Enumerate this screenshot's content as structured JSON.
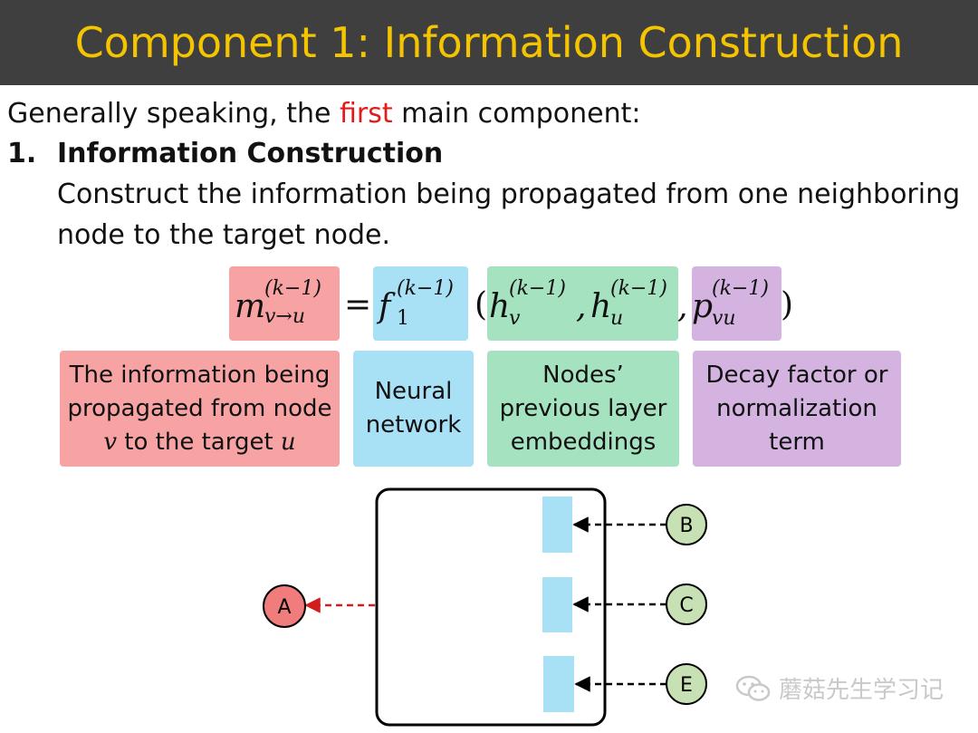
{
  "slide": {
    "title": "Component 1: Information Construction",
    "intro_before": "Generally speaking, the ",
    "intro_highlight": "first",
    "intro_after": " main component:",
    "item_number": "1.",
    "item_heading": "Information Construction",
    "item_desc_line1": "Construct the information being propagated from one neighboring",
    "item_desc_line2": "node to the target node."
  },
  "formula": {
    "m_base": "m",
    "m_sup": "(k−1)",
    "m_sub": "v→u",
    "equals": "=",
    "f_base": "f",
    "f_sup": "(k−1)",
    "f_sub": "1",
    "open_paren": "(",
    "hv_base": "h",
    "hv_sup": "(k−1)",
    "hv_sub": "v",
    "comma1": ",",
    "hu_base": "h",
    "hu_sup": "(k−1)",
    "hu_sub": "u",
    "comma2": ",",
    "p_base": "p",
    "p_sup": "(k−1)",
    "p_sub": "vu",
    "close_paren": ")"
  },
  "cards": {
    "message_l1": "The information being",
    "message_l2": "propagated from node",
    "message_l3_var_v": "v",
    "message_l3_mid": " to the target ",
    "message_l3_var_u": "u",
    "neural_l1": "Neural",
    "neural_l2": "network",
    "embed_l1": "Nodes’",
    "embed_l2": "previous layer",
    "embed_l3": "embeddings",
    "decay_l1": "Decay factor or",
    "decay_l2": "normalization",
    "decay_l3": "term"
  },
  "diagram": {
    "node_a": "A",
    "node_b": "B",
    "node_c": "C",
    "node_e": "E"
  },
  "watermark": {
    "text": "蘑菇先生学习记"
  },
  "colors": {
    "title_bg": "#3f3f3f",
    "title_text": "#f5c400",
    "accent_red": "#e61919",
    "message_pink": "#f7a3a3",
    "network_blue": "#a8e0f6",
    "embed_green": "#a5e3c0",
    "decay_purple": "#d4b3e1",
    "node_red": "#f07c7c",
    "node_green": "#c8e1b4"
  }
}
